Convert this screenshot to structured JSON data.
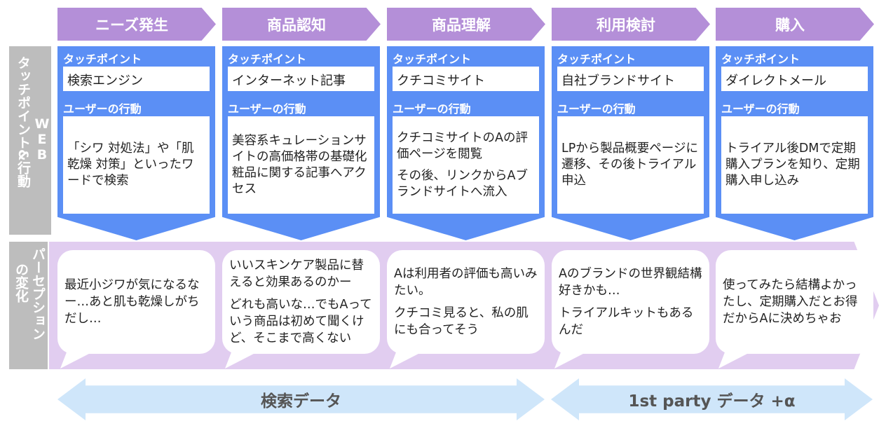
{
  "stages": [
    "ニーズ発生",
    "商品認知",
    "商品理解",
    "利用検討",
    "購入"
  ],
  "side_labels": {
    "web_prefix": "WEB",
    "web_main": "タッチポイント&行動",
    "perception_main": "パーセプション",
    "perception_sub": "の変化"
  },
  "card_labels": {
    "touchpoint": "タッチポイント",
    "action": "ユーザーの行動"
  },
  "touchpoints": [
    "検索エンジン",
    "インターネット記事",
    "クチコミサイト",
    "自社ブランドサイト",
    "ダイレクトメール"
  ],
  "actions": [
    [
      "「シワ 対処法」や「肌 乾燥 対策」といったワードで検索"
    ],
    [
      "美容系キュレーションサイトの高価格帯の基礎化粧品に関する記事へアクセス"
    ],
    [
      "クチコミサイトのAの評価ページを閲覧",
      "その後、リンクからAブランドサイトへ流入"
    ],
    [
      "LPから製品概要ページに遷移、その後トライアル申込"
    ],
    [
      "トライアル後DMで定期購入プランを知り、定期購入申し込み"
    ]
  ],
  "perceptions": [
    [
      "最近小ジワが気になるなー…あと肌も乾燥しがちだし…"
    ],
    [
      "いいスキンケア製品に替えると効果あるのかー",
      "どれも高いな…でもAっていう商品は初めて聞くけど、そこまで高くない"
    ],
    [
      "Aは利用者の評価も高いみたい。",
      "クチコミ見ると、私の肌にも合ってそう"
    ],
    [
      "Aのブランドの世界観結構好きかも…",
      "トライアルキットもあるんだ"
    ],
    [
      "使ってみたら結構よかったし、定期購入だとお得だからAに決めちゃお"
    ]
  ],
  "data_arrows": [
    "検索データ",
    "1st party データ +α"
  ]
}
